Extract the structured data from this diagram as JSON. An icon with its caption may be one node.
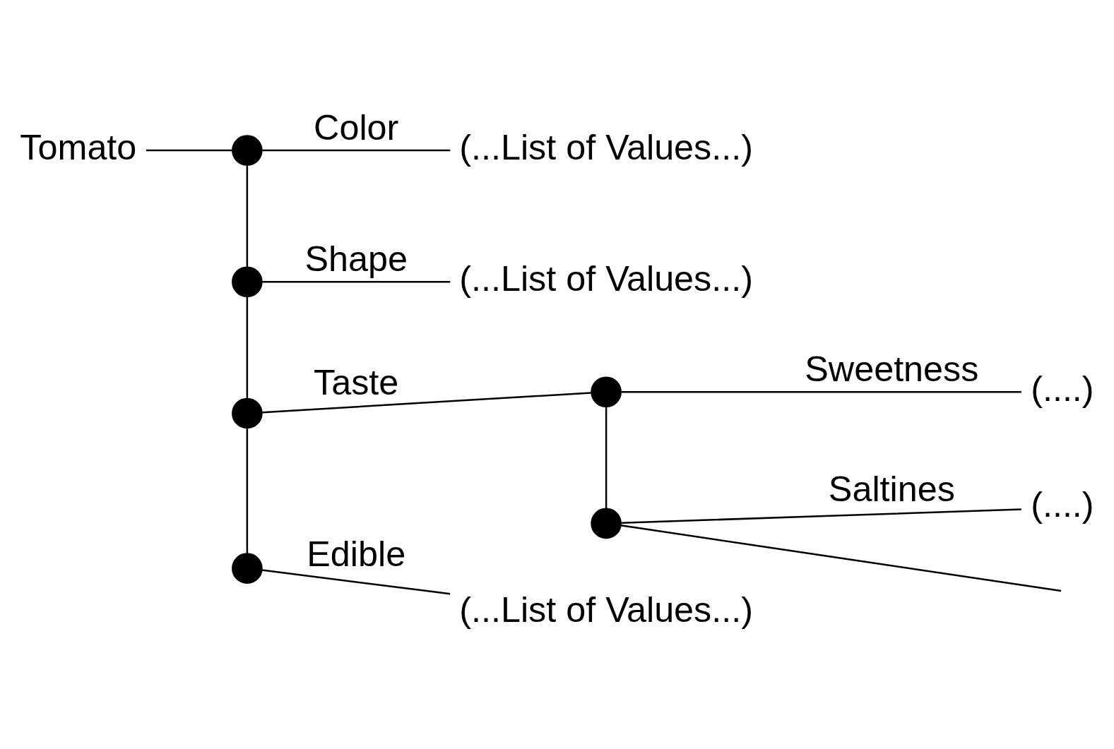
{
  "diagram": {
    "nodes": [
      {
        "text": [
          "Tomato"
        ]
      },
      {
        "text": [],
        "shape": "circle"
      },
      {
        "text": [
          "(...List of Values...)"
        ]
      },
      {
        "text": [],
        "shape": "circle"
      },
      {
        "text": [
          "(...List of Values...)"
        ]
      },
      {
        "text": [],
        "shape": "circle"
      },
      {
        "text": [],
        "shape": "circle"
      },
      {
        "text": [
          "(....)"
        ]
      },
      {
        "text": [],
        "shape": "circle"
      },
      {
        "text": [
          "(....)"
        ]
      },
      {
        "text": [],
        "shape": "circle"
      },
      {
        "text": [
          "(...List of Values...)"
        ]
      }
    ],
    "edges": [
      {
        "from": 0,
        "to": 1,
        "arrow": "none"
      },
      {
        "from": 1,
        "to": 2,
        "arrow": "none",
        "label": "Color"
      },
      {
        "from": 1,
        "to": 3,
        "arrow": "none"
      },
      {
        "from": 3,
        "to": 4,
        "arrow": "none",
        "label": "Shape"
      },
      {
        "from": 3,
        "to": 5,
        "arrow": "none"
      },
      {
        "from": 5,
        "to": 6,
        "arrow": "none",
        "label": "Taste"
      },
      {
        "from": 6,
        "to": 7,
        "arrow": "none",
        "label": "Sweetness"
      },
      {
        "from": 6,
        "to": 8,
        "arrow": "none"
      },
      {
        "from": 8,
        "to": 9,
        "arrow": "none",
        "label": "Saltines"
      },
      {
        "from": 8,
        "to": null,
        "arrow": "none"
      },
      {
        "from": 5,
        "to": 10,
        "arrow": "none"
      },
      {
        "from": 10,
        "to": 11,
        "arrow": "none",
        "label": "Edible"
      }
    ]
  }
}
